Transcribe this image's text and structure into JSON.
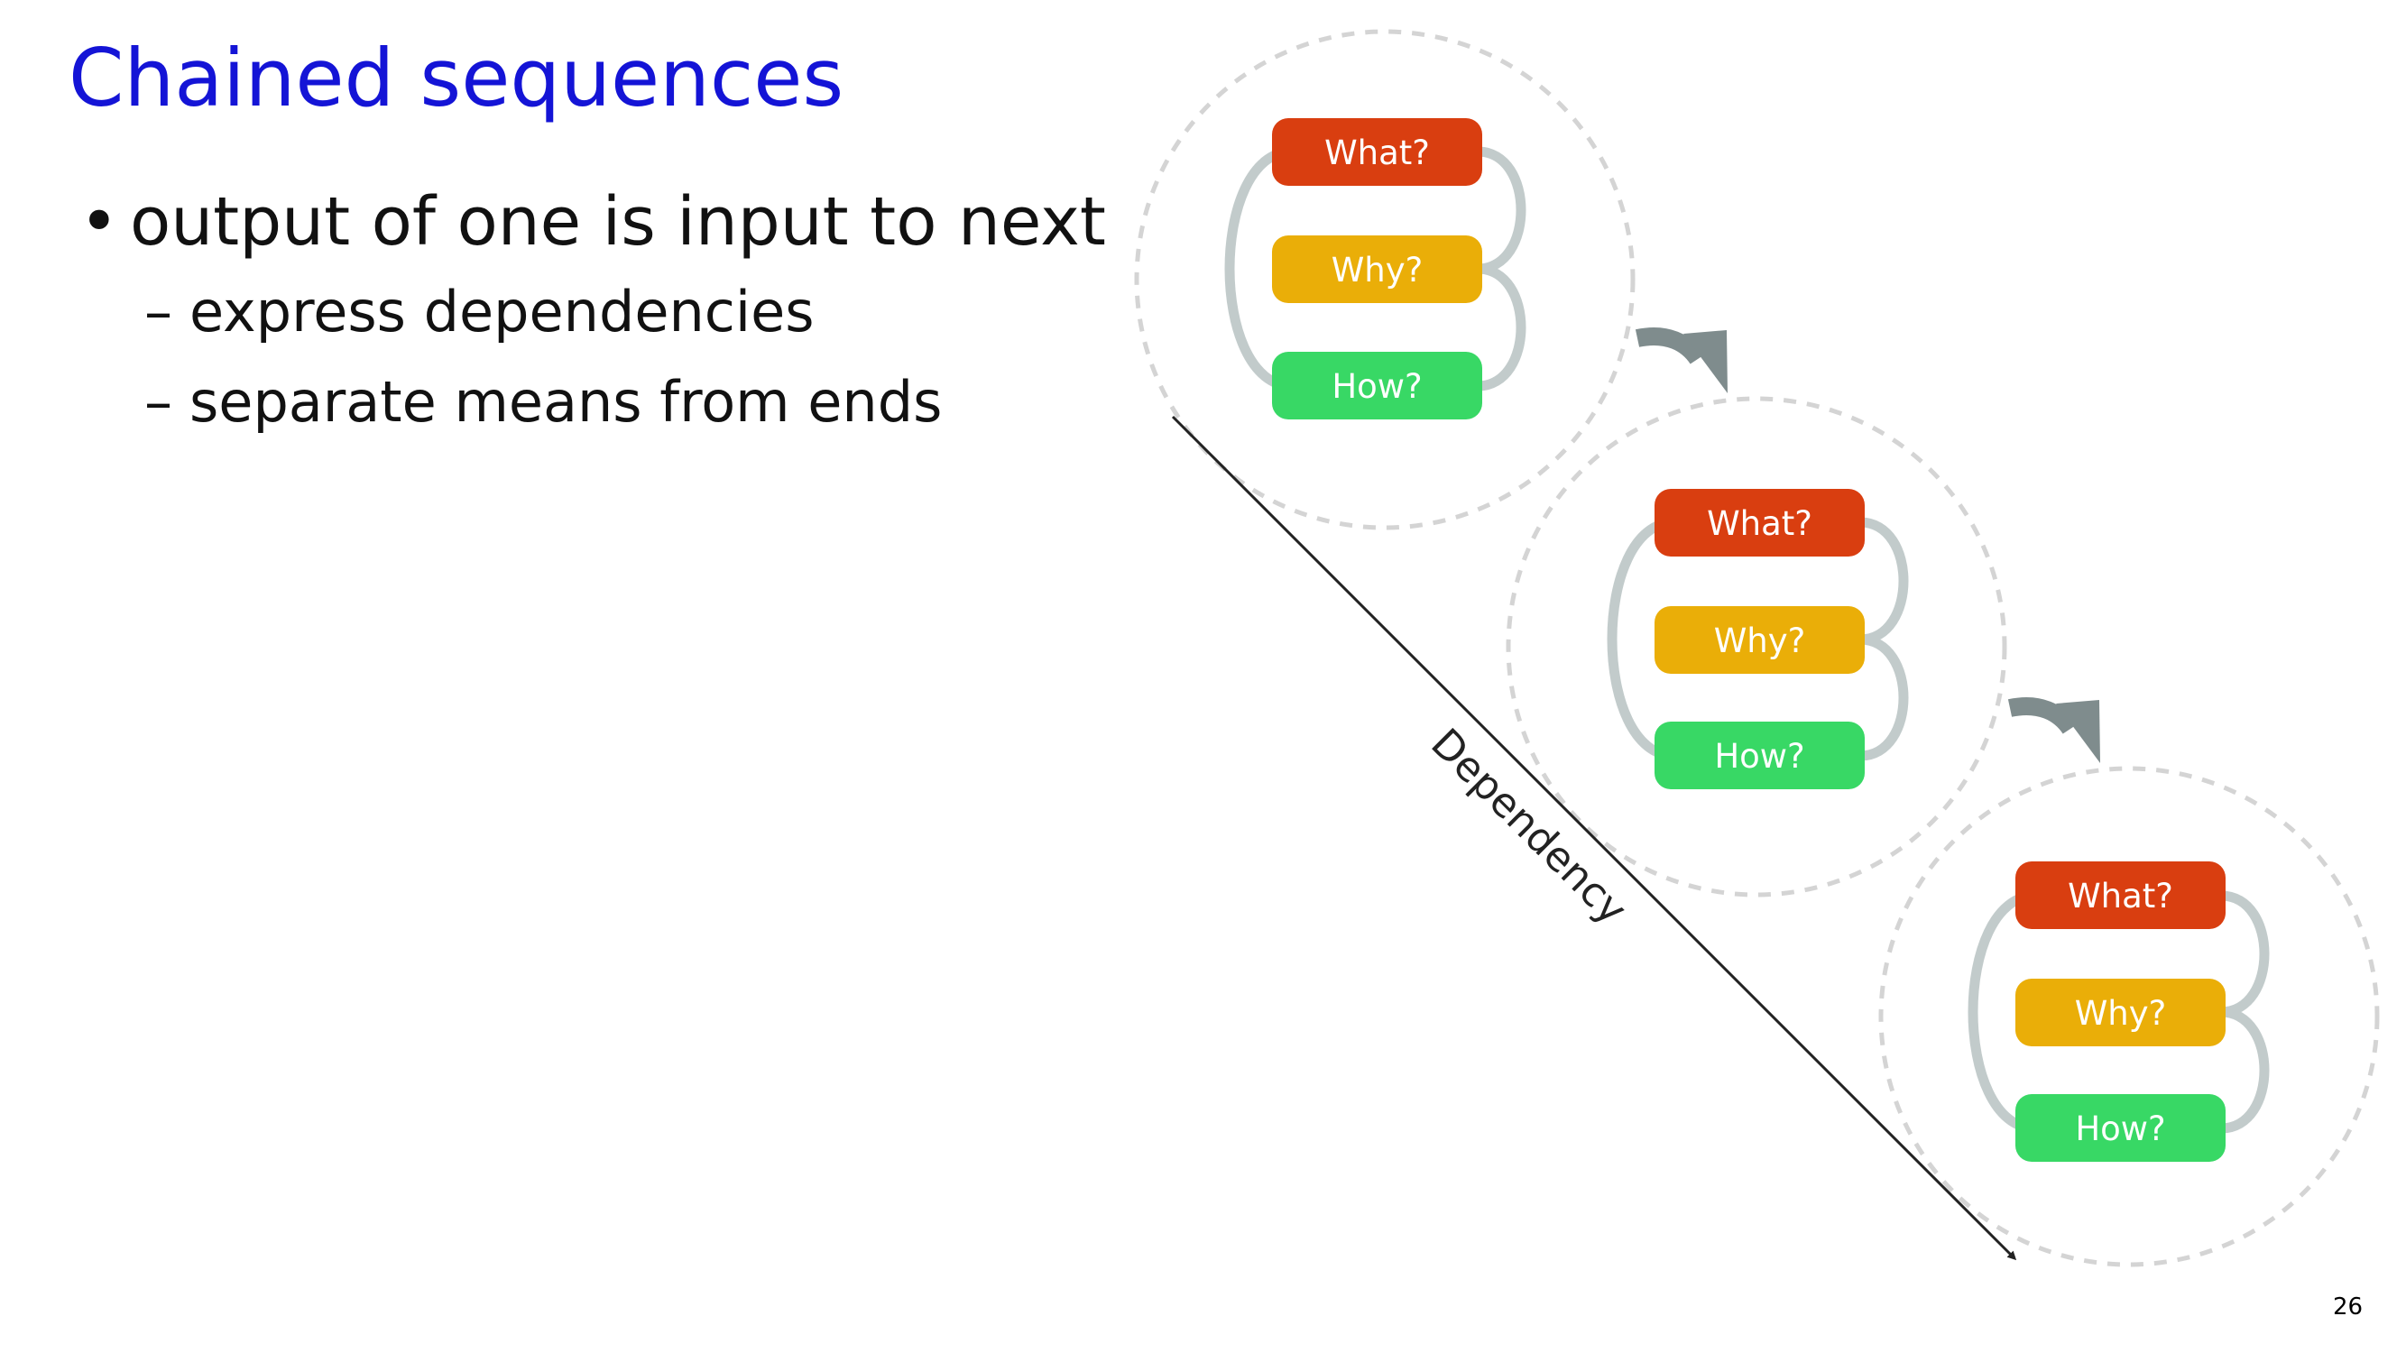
{
  "slide": {
    "title": "Chained sequences",
    "page_number": "26"
  },
  "bullets": {
    "main": "output of one is input to next",
    "subs": [
      "express dependencies",
      "separate means from ends"
    ]
  },
  "diagram": {
    "groups": [
      {
        "what": "What?",
        "why": "Why?",
        "how": "How?"
      },
      {
        "what": "What?",
        "why": "Why?",
        "how": "How?"
      },
      {
        "what": "What?",
        "why": "Why?",
        "how": "How?"
      }
    ],
    "axis_label": "Dependency",
    "colors": {
      "what": "#d93e10",
      "why": "#eaae08",
      "how": "#38d865",
      "connector": "#c2cbcb",
      "chain_arrow": "#7f8c8d",
      "dashed_circle": "#d4d4d4"
    }
  }
}
